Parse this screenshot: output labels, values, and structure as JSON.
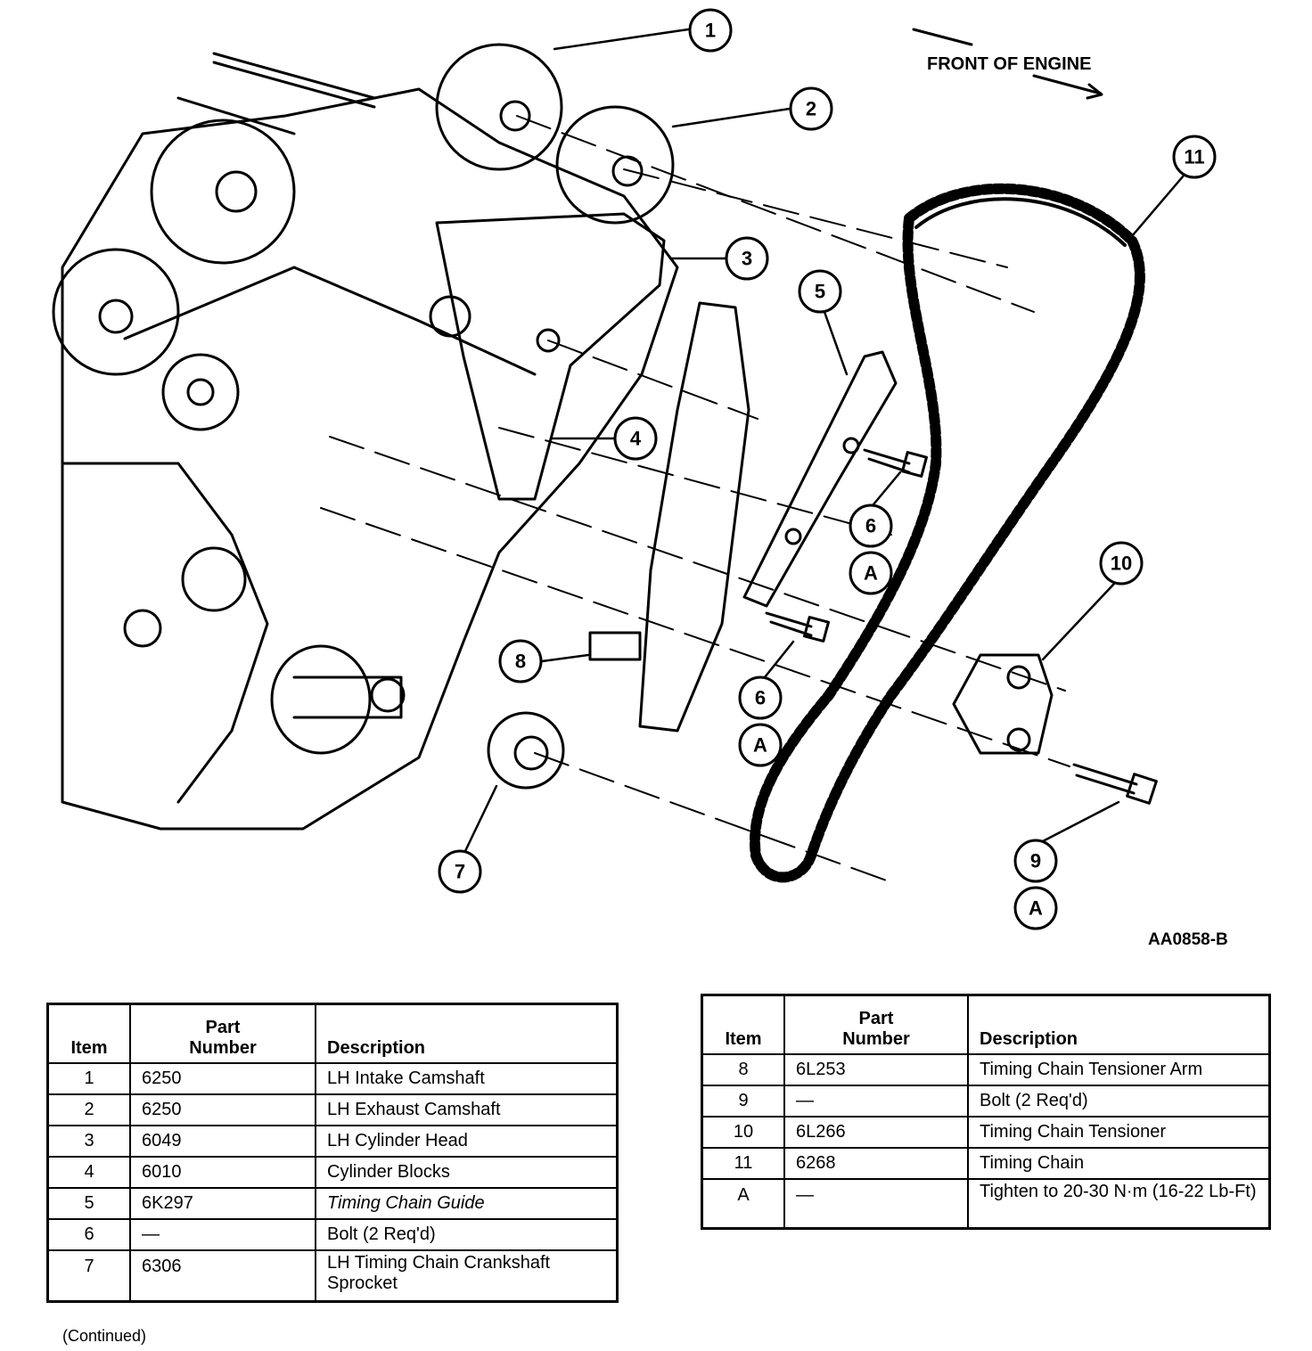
{
  "diagram": {
    "front_label": "FRONT OF ENGINE",
    "figure_id": "AA0858-B",
    "callouts": [
      "1",
      "2",
      "3",
      "4",
      "5",
      "6",
      "6",
      "7",
      "8",
      "9",
      "10",
      "11"
    ],
    "torque_marker": "A"
  },
  "tables": {
    "headers": {
      "item": "Item",
      "part_number_line1": "Part",
      "part_number_line2": "Number",
      "description": "Description"
    },
    "left_rows": [
      {
        "item": "1",
        "part": "6250",
        "desc": "LH Intake Camshaft"
      },
      {
        "item": "2",
        "part": "6250",
        "desc": "LH Exhaust Camshaft"
      },
      {
        "item": "3",
        "part": "6049",
        "desc": "LH Cylinder Head"
      },
      {
        "item": "4",
        "part": "6010",
        "desc": "Cylinder Blocks"
      },
      {
        "item": "5",
        "part": "6K297",
        "desc": "Timing Chain Guide"
      },
      {
        "item": "6",
        "part": "—",
        "desc": "Bolt (2 Req'd)"
      },
      {
        "item": "7",
        "part": "6306",
        "desc": "LH Timing Chain Crankshaft Sprocket"
      }
    ],
    "right_rows": [
      {
        "item": "8",
        "part": "6L253",
        "desc": "Timing Chain Tensioner Arm"
      },
      {
        "item": "9",
        "part": "—",
        "desc": "Bolt (2 Req'd)"
      },
      {
        "item": "10",
        "part": "6L266",
        "desc": "Timing Chain Tensioner"
      },
      {
        "item": "11",
        "part": "6268",
        "desc": "Timing Chain"
      },
      {
        "item": "A",
        "part": "—",
        "desc": "Tighten to 20-30 N·m (16-22 Lb-Ft)"
      }
    ],
    "continued": "(Continued)"
  }
}
